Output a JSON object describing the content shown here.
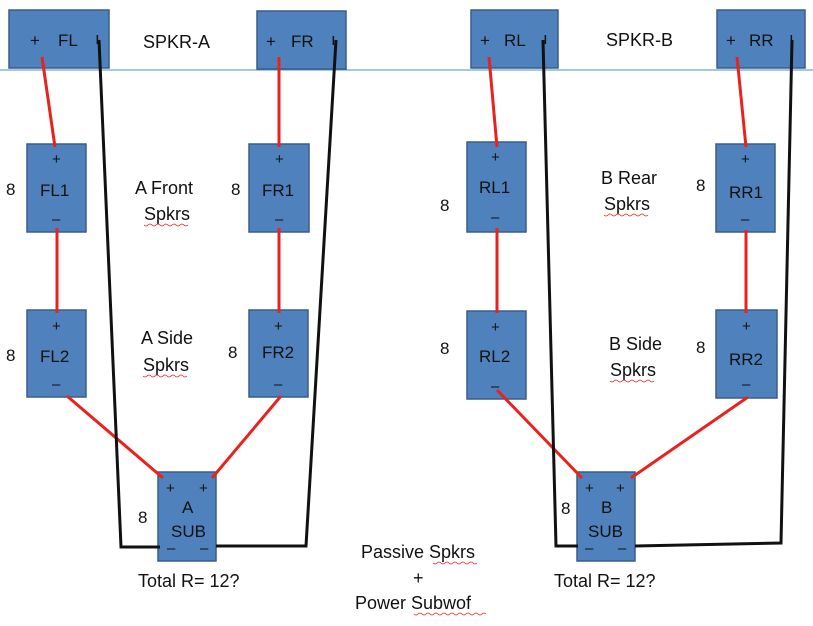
{
  "top": {
    "left_group_label": "SPKR-A",
    "right_group_label": "SPKR-B",
    "outputs": [
      {
        "name": "FL",
        "plus": "+",
        "minus": "ı"
      },
      {
        "name": "FR",
        "plus": "+",
        "minus": "ı"
      },
      {
        "name": "RL",
        "plus": "+",
        "minus": "ı"
      },
      {
        "name": "RR",
        "plus": "+",
        "minus": "ı"
      }
    ]
  },
  "speakers": [
    {
      "name": "FL1",
      "plus": "+",
      "minus": "–",
      "ohms": "8"
    },
    {
      "name": "FR1",
      "plus": "+",
      "minus": "–",
      "ohms": "8"
    },
    {
      "name": "RL1",
      "plus": "+",
      "minus": "–",
      "ohms": "8"
    },
    {
      "name": "RR1",
      "plus": "+",
      "minus": "–",
      "ohms": "8"
    },
    {
      "name": "FL2",
      "plus": "+",
      "minus": "–",
      "ohms": "8"
    },
    {
      "name": "FR2",
      "plus": "+",
      "minus": "–",
      "ohms": "8"
    },
    {
      "name": "RL2",
      "plus": "+",
      "minus": "–",
      "ohms": "8"
    },
    {
      "name": "RR2",
      "plus": "+",
      "minus": "–",
      "ohms": "8"
    }
  ],
  "subs": [
    {
      "line1": "A",
      "line2": "SUB",
      "plus": "+",
      "minus": "–",
      "ohms": "8"
    },
    {
      "line1": "B",
      "line2": "SUB",
      "plus": "+",
      "minus": "–",
      "ohms": "8"
    }
  ],
  "labels": {
    "a_front": [
      "A Front",
      "Spkrs"
    ],
    "a_side": [
      "A Side",
      "Spkrs"
    ],
    "b_rear": [
      "B Rear",
      "Spkrs"
    ],
    "b_side": [
      "B Side",
      "Spkrs"
    ],
    "total_a": "Total R= 12?",
    "total_b": "Total R= 12?",
    "center_note": [
      "Passive Spkrs",
      "+",
      "Power Subwof"
    ]
  }
}
